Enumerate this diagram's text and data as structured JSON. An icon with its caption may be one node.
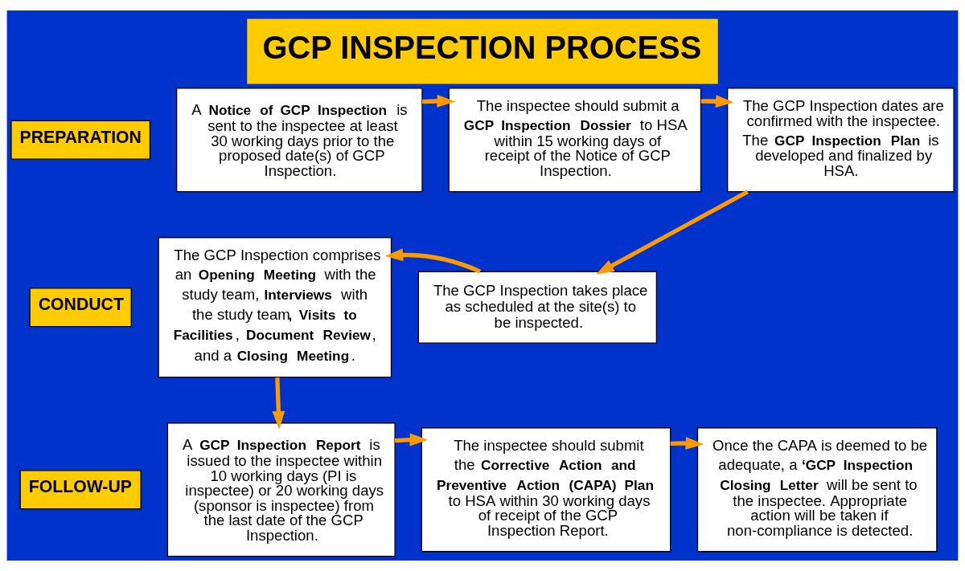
{
  "diagram": {
    "title": "GCP INSPECTION PROCESS",
    "nodes": [
      {
        "text": [
          "PREPARATION"
        ]
      },
      {
        "text": [
          "A **Notice of GCP Inspection** is sent to the inspectee at least 30 working days prior to the proposed date(s) of GCP Inspection."
        ]
      },
      {
        "text": [
          "The inspectee should submit a **GCP Inspection Dossier** to HSA within 15 working days of receipt of the Notice of GCP Inspection."
        ]
      },
      {
        "text": [
          "The GCP Inspection dates are confirmed with the inspectee. The **GCP Inspection Plan** is developed and finalized by HSA."
        ]
      },
      {
        "text": [
          "CONDUCT"
        ]
      },
      {
        "text": [
          "The GCP Inspection comprises an **Opening Meeting** with the study team, **Interviews** with the study team**, Visits to Facilities**, **Document Review**, and a **Closing Meeting**."
        ]
      },
      {
        "text": [
          "The GCP Inspection takes place as scheduled at the site(s) to be inspected."
        ]
      },
      {
        "text": [
          "FOLLOW-UP"
        ]
      },
      {
        "text": [
          "A **GCP Inspection Report** is issued to the inspectee within 10 working days (PI is inspectee) or 20 working days (sponsor is inspectee) from the last date of the GCP Inspection."
        ]
      },
      {
        "text": [
          "The inspectee should submit the **Corrective Action and Preventive Action (CAPA) Plan** to HSA within 30 working days of receipt of the GCP Inspection Report."
        ]
      },
      {
        "text": [
          "Once the CAPA is deemed to be adequate, a **‘GCP Inspection Closing Letter** will be sent to the inspectee. Appropriate action will be taken if non-compliance is detected."
        ]
      }
    ],
    "edges": [
      {
        "from": 1,
        "to": 2,
        "arrow": "to"
      },
      {
        "from": 2,
        "to": 3,
        "arrow": "to"
      },
      {
        "from": 3,
        "to": 6,
        "arrow": "to"
      },
      {
        "from": 6,
        "to": 5,
        "arrow": "to"
      },
      {
        "from": 5,
        "to": 8,
        "arrow": "to"
      },
      {
        "from": 8,
        "to": 9,
        "arrow": "to"
      },
      {
        "from": 9,
        "to": 10,
        "arrow": "to"
      }
    ]
  }
}
